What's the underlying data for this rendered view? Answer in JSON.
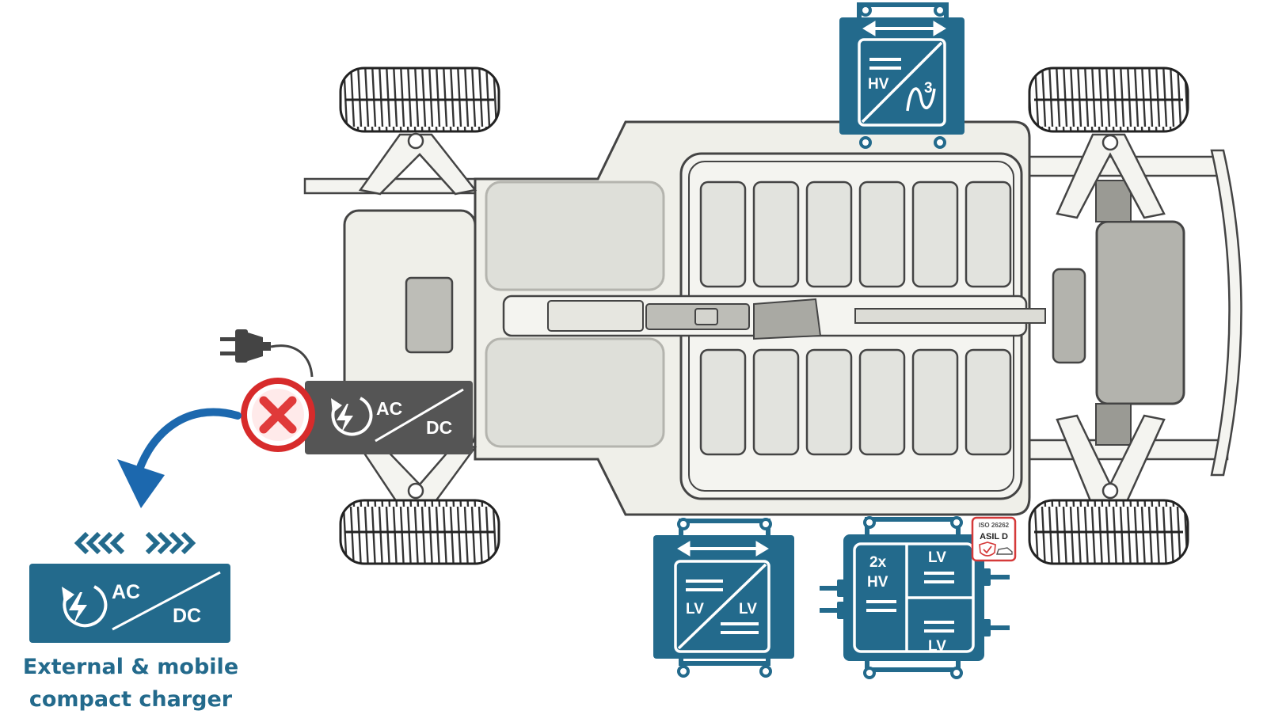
{
  "colors": {
    "module_blue": "#236a8c",
    "onboard_grey": "#555555",
    "arrow_blue": "#1c68ae",
    "reject_red": "#e03a3a",
    "chassis_fill": "#efefe9",
    "battery_cell": "#e2e3de"
  },
  "icons": {
    "plug": "power-plug-icon",
    "reject": "red-x-circle-icon",
    "charge": "circular-charge-bolt-icon",
    "chevrons": "double-chevron-icon",
    "asil": "asil-shield-check-icon"
  },
  "onboard_charger": {
    "ac": "AC",
    "dc": "DC"
  },
  "external_charger": {
    "ac": "AC",
    "dc": "DC",
    "caption_line1": "External & mobile",
    "caption_line2": "compact charger"
  },
  "inverter": {
    "hv": "HV",
    "phase": "3"
  },
  "dcdc_lv": {
    "left": "LV",
    "right": "LV"
  },
  "multi_dcdc": {
    "hv_count": "2x",
    "hv": "HV",
    "lv_top": "LV",
    "lv_bottom": "LV"
  },
  "asil_badge": {
    "standard": "ISO 26262",
    "level": "ASIL D"
  }
}
